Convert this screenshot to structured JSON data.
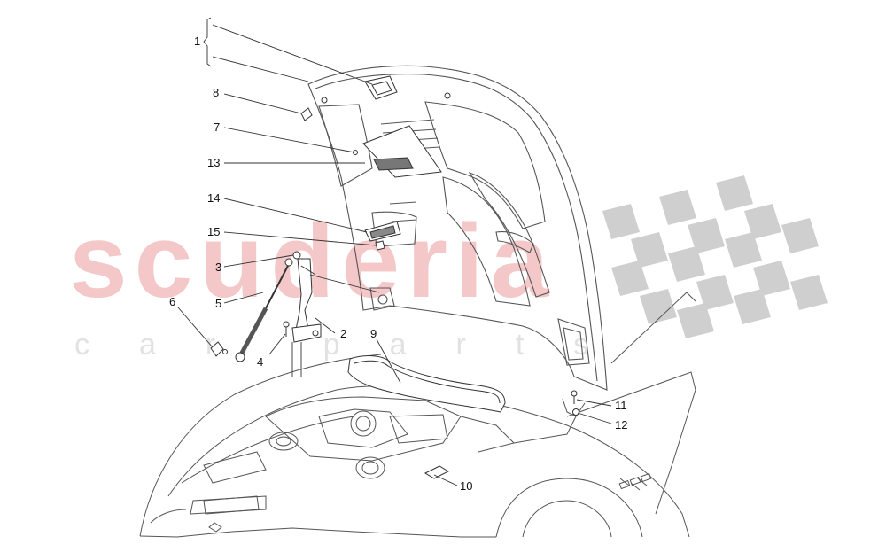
{
  "watermark": {
    "brand": "scuderia",
    "tagline": "car parts",
    "brand_color": "#f4c8c8",
    "tagline_color": "#e2e2e2",
    "flag_color": "#cfcfcf"
  },
  "diagram": {
    "line_color": "#333333",
    "callouts": [
      {
        "id": "c1",
        "label": "1"
      },
      {
        "id": "c2",
        "label": "2"
      },
      {
        "id": "c3",
        "label": "3"
      },
      {
        "id": "c4",
        "label": "4"
      },
      {
        "id": "c5",
        "label": "5"
      },
      {
        "id": "c6",
        "label": "6"
      },
      {
        "id": "c7",
        "label": "7"
      },
      {
        "id": "c8",
        "label": "8"
      },
      {
        "id": "c9",
        "label": "9"
      },
      {
        "id": "c10",
        "label": "10"
      },
      {
        "id": "c11",
        "label": "11"
      },
      {
        "id": "c12",
        "label": "12"
      },
      {
        "id": "c13",
        "label": "13"
      },
      {
        "id": "c14",
        "label": "14"
      },
      {
        "id": "c15",
        "label": "15"
      }
    ]
  }
}
